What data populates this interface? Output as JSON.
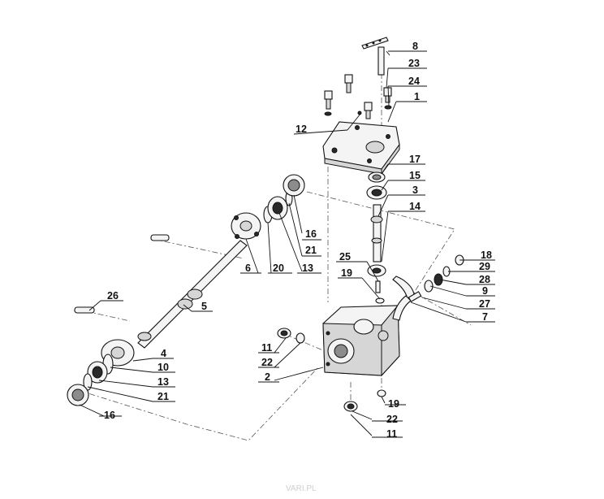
{
  "diagram": {
    "watermark": "VARI.PL",
    "callouts": [
      "8",
      "23",
      "24",
      "1",
      "12",
      "17",
      "15",
      "3",
      "14",
      "16",
      "21",
      "13",
      "20",
      "6",
      "25",
      "19",
      "18",
      "29",
      "28",
      "9",
      "27",
      "7",
      "26",
      "5",
      "4",
      "10",
      "13",
      "21",
      "16",
      "11",
      "22",
      "2",
      "19",
      "22",
      "11"
    ]
  }
}
